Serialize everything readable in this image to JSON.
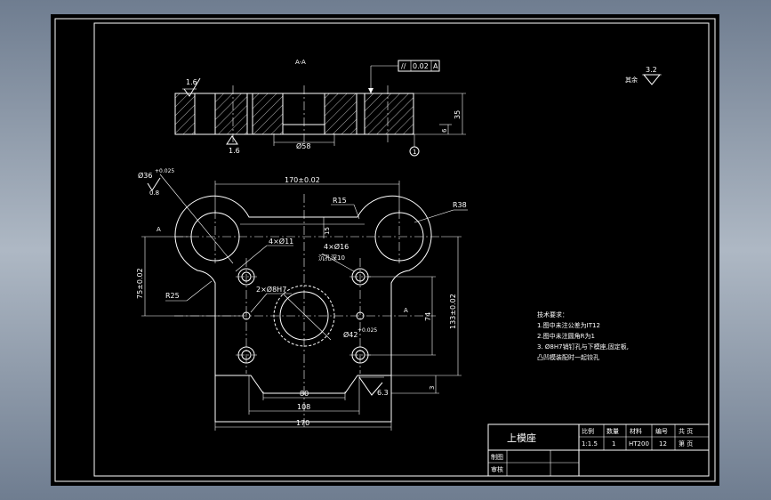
{
  "drawing": {
    "section_label": "A-A",
    "top": {
      "finish_left": "1.6",
      "finish_bottom": "1.6",
      "parallel_sym": "//",
      "parallel_tol": "0.02",
      "parallel_datum": "A",
      "dim_bore": "Ø58",
      "dim_height": "35",
      "dim_step": "6",
      "datum_mark": "1"
    },
    "plan": {
      "hole_left": "Ø36",
      "hole_left_tol": "+0.025",
      "hole_left_finish": "0.8",
      "dim_170_tol": "170±0.02",
      "r15": "R15",
      "r38": "R38",
      "dim_15": "15",
      "holes_4x11": "4×Ø11",
      "holes_4x16": "4×Ø16",
      "holes_4x16_note": "沉孔深10",
      "dim_75": "75±0.02",
      "r25": "R25",
      "pins": "2×Ø8H7",
      "center_bore": "Ø42",
      "center_bore_tol": "+0.025",
      "dim_74": "74",
      "dim_133": "133±0.02",
      "dim_80": "80",
      "dim_108": "108",
      "dim_170": "170",
      "dim_3": "3",
      "finish_6_3": "6.3",
      "section_a": "A"
    },
    "rest_finish": {
      "label": "其余",
      "value": "3.2"
    }
  },
  "notes": {
    "title": "技术要求：",
    "lines": [
      "1.图中未注公差为IT12",
      "2.图中未注圆角R为1",
      "3. Ø8H7销钉孔与下模座,固定板,",
      "   凸凹模装配时一起铰孔"
    ]
  },
  "title_block": {
    "part_name": "上模座",
    "h_scale": "比例",
    "h_qty": "数量",
    "h_material": "材料",
    "h_number": "编号",
    "h_sheet": "共 页",
    "scale": "1:1.5",
    "qty": "1",
    "material": "HT200",
    "number": "12",
    "sheet": "第 页",
    "drawn": "制图",
    "checked": "审核"
  }
}
